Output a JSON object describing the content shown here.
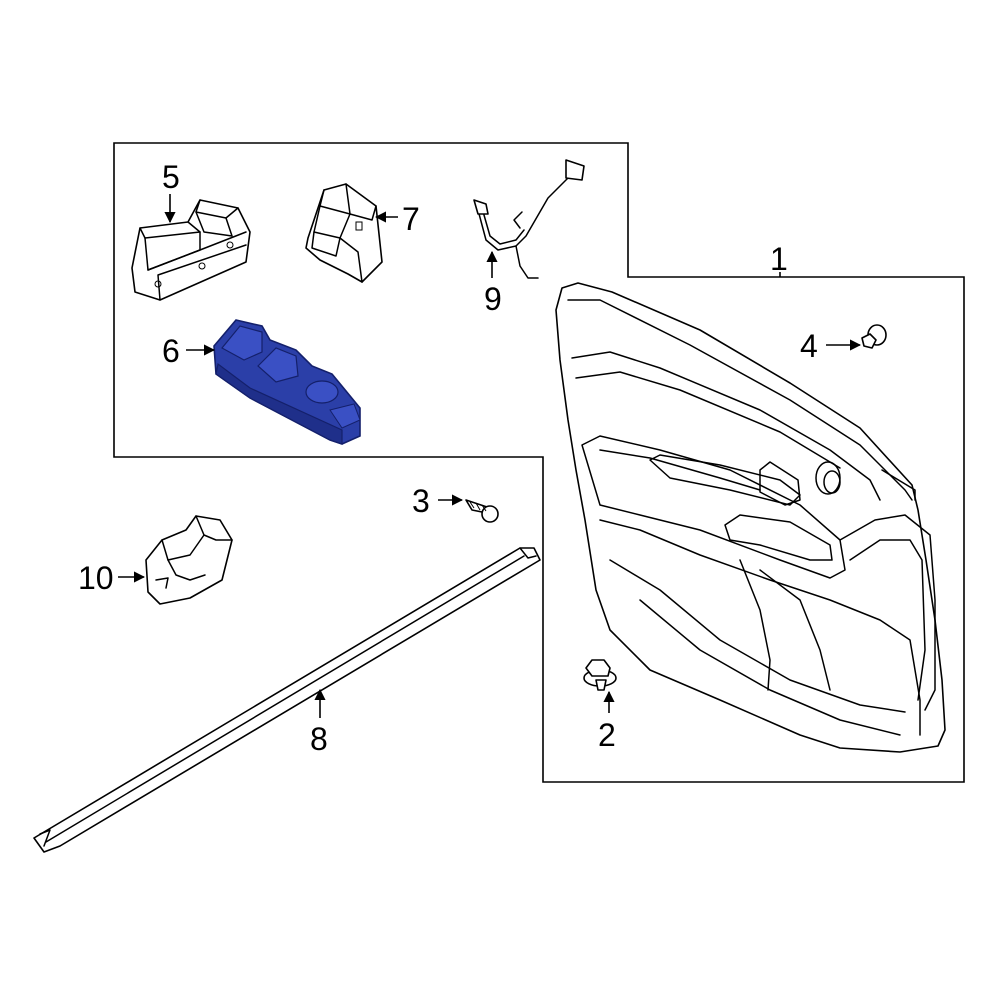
{
  "diagram": {
    "highlight_color": "#2b3fa8",
    "highlight_dark": "#14206b",
    "callouts": [
      {
        "id": "1",
        "label": "1"
      },
      {
        "id": "2",
        "label": "2"
      },
      {
        "id": "3",
        "label": "3"
      },
      {
        "id": "4",
        "label": "4"
      },
      {
        "id": "5",
        "label": "5"
      },
      {
        "id": "6",
        "label": "6"
      },
      {
        "id": "7",
        "label": "7"
      },
      {
        "id": "8",
        "label": "8"
      },
      {
        "id": "9",
        "label": "9"
      },
      {
        "id": "10",
        "label": "10"
      }
    ],
    "highlighted_part": "6"
  }
}
